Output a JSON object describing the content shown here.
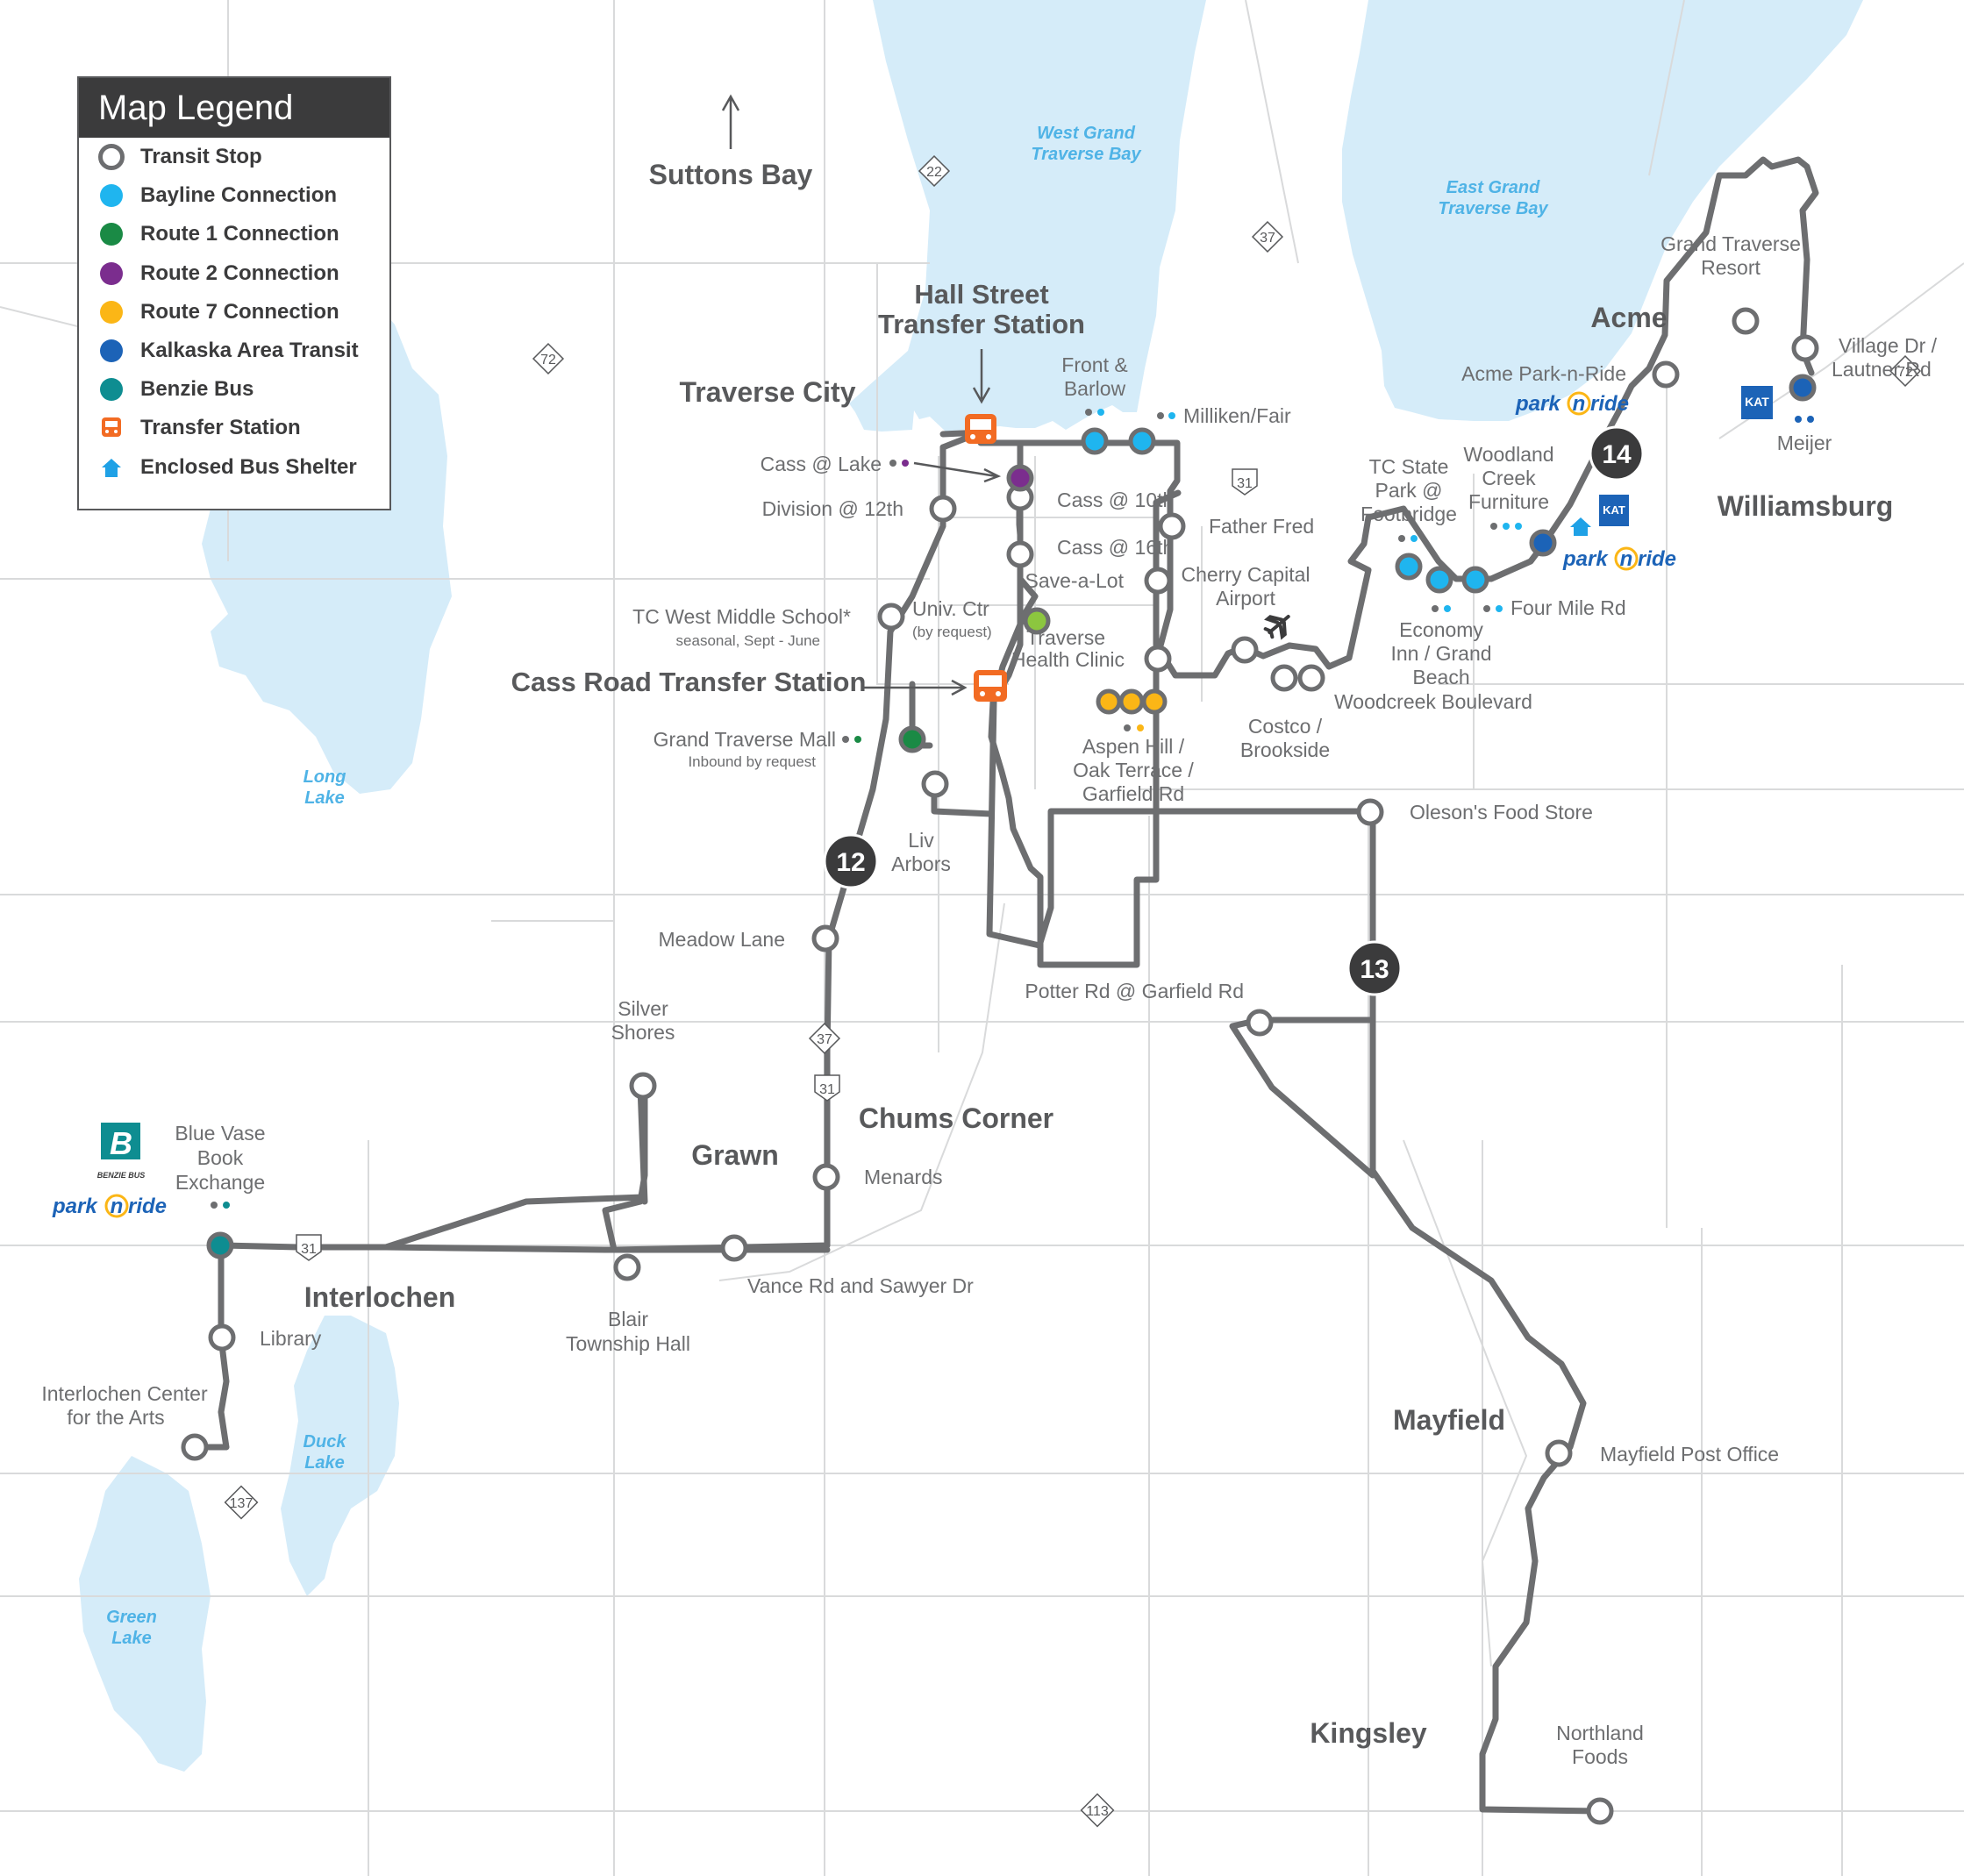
{
  "legend": {
    "title": "Map Legend",
    "items": [
      {
        "label": "Transit Stop",
        "symbol": "ring",
        "color": "#6d6e70"
      },
      {
        "label": "Bayline Connection",
        "symbol": "dot",
        "color": "#1fb5ef"
      },
      {
        "label": "Route 1 Connection",
        "symbol": "dot",
        "color": "#1a8a45"
      },
      {
        "label": "Route 2 Connection",
        "symbol": "dot",
        "color": "#7b2d8e"
      },
      {
        "label": "Route 7 Connection",
        "symbol": "dot",
        "color": "#fbb616"
      },
      {
        "label": "Kalkaska Area Transit",
        "symbol": "dot",
        "color": "#1c63b7"
      },
      {
        "label": "Benzie Bus",
        "symbol": "dot",
        "color": "#0e8d91"
      },
      {
        "label": "Transfer Station",
        "symbol": "bus-icon",
        "color": "#f26b23"
      },
      {
        "label": "Enclosed Bus Shelter",
        "symbol": "house-icon",
        "color": "#1fa1e6"
      }
    ]
  },
  "places": {
    "suttons_bay": "Suttons Bay",
    "traverse_city": "Traverse City",
    "acme": "Acme",
    "williamsburg": "Williamsburg",
    "chums_corner": "Chums Corner",
    "grawn": "Grawn",
    "interlochen": "Interlochen",
    "mayfield": "Mayfield",
    "kingsley": "Kingsley"
  },
  "water": {
    "west_bay": [
      "West Grand",
      "Traverse Bay"
    ],
    "east_bay": [
      "East Grand",
      "Traverse Bay"
    ],
    "long_lake": [
      "Long",
      "Lake"
    ],
    "duck_lake": [
      "Duck",
      "Lake"
    ],
    "green_lake": [
      "Green",
      "Lake"
    ]
  },
  "transfer_stations": {
    "hall": [
      "Hall Street",
      "Transfer Station"
    ],
    "cass": "Cass Road Transfer Station"
  },
  "routes": {
    "r12": "12",
    "r13": "13",
    "r14": "14"
  },
  "highways": {
    "h22": "22",
    "h37a": "37",
    "h72a": "72",
    "h31a": "31",
    "h72b": "72",
    "h37b": "37",
    "h31b": "31",
    "h31c": "31",
    "h137": "137",
    "h113": "113"
  },
  "stops": {
    "front_barlow": [
      "Front &",
      "Barlow"
    ],
    "milliken": "Milliken/Fair",
    "cass_lake": "Cass @ Lake",
    "cass_10th": "Cass @ 10th",
    "cass_16th": "Cass @ 16th",
    "division_12th": "Division @ 12th",
    "father_fred": "Father Fred",
    "save_a_lot": "Save-a-Lot",
    "cherry_airport": [
      "Cherry Capital",
      "Airport"
    ],
    "tc_west": "TC West Middle School*",
    "tc_west_note": "seasonal, Sept - June",
    "univ_ctr": "Univ. Ctr",
    "univ_ctr_note": "(by request)",
    "traverse_health": [
      "Traverse",
      "Health Clinic"
    ],
    "aspen": [
      "Aspen Hill /",
      "Oak Terrace /",
      "Garfield Rd"
    ],
    "costco": [
      "Costco /",
      "Brookside"
    ],
    "woodcreek": "Woodcreek Boulevard",
    "gt_mall": "Grand Traverse Mall",
    "gt_mall_note": "Inbound by request",
    "liv_arbors": [
      "Liv",
      "Arbors"
    ],
    "olesons": "Oleson's Food Store",
    "meadow": "Meadow Lane",
    "potter": "Potter Rd @ Garfield Rd",
    "silver_shores": [
      "Silver",
      "Shores"
    ],
    "menards": "Menards",
    "blue_vase": [
      "Blue Vase",
      "Book",
      "Exchange"
    ],
    "library": "Library",
    "interlochen_arts": [
      "Interlochen Center",
      "for the Arts"
    ],
    "blair": [
      "Blair",
      "Township Hall"
    ],
    "vance": "Vance Rd and Sawyer Dr",
    "mayfield_po": "Mayfield Post Office",
    "northland": [
      "Northland",
      "Foods"
    ],
    "gt_resort": [
      "Grand Traverse",
      "Resort"
    ],
    "acme_pnr": "Acme Park-n-Ride",
    "village_dr": [
      "Village Dr /",
      "Lautner Rd"
    ],
    "meijer": "Meijer",
    "tc_state_park": [
      "TC State",
      "Park @",
      "Footbridge"
    ],
    "woodland_creek": [
      "Woodland",
      "Creek",
      "Furniture"
    ],
    "economy_inn": [
      "Economy",
      "Inn / Grand",
      "Beach"
    ],
    "four_mile": "Four Mile Rd"
  },
  "logos": {
    "park_n_ride": [
      "park",
      "n",
      "ride"
    ],
    "kat": "KAT",
    "benzie": "B",
    "benzie_sub": "BENZIE BUS"
  },
  "colors": {
    "route": "#6d6e70",
    "water": "#d5ecf9",
    "bayline": "#1fb5ef",
    "route1": "#1a8a45",
    "route2": "#7b2d8e",
    "route7": "#fbb616",
    "kalkaska": "#1c63b7",
    "benzie": "#0e8d91",
    "transfer": "#f26b23",
    "greenstop": "#8cc63f"
  }
}
